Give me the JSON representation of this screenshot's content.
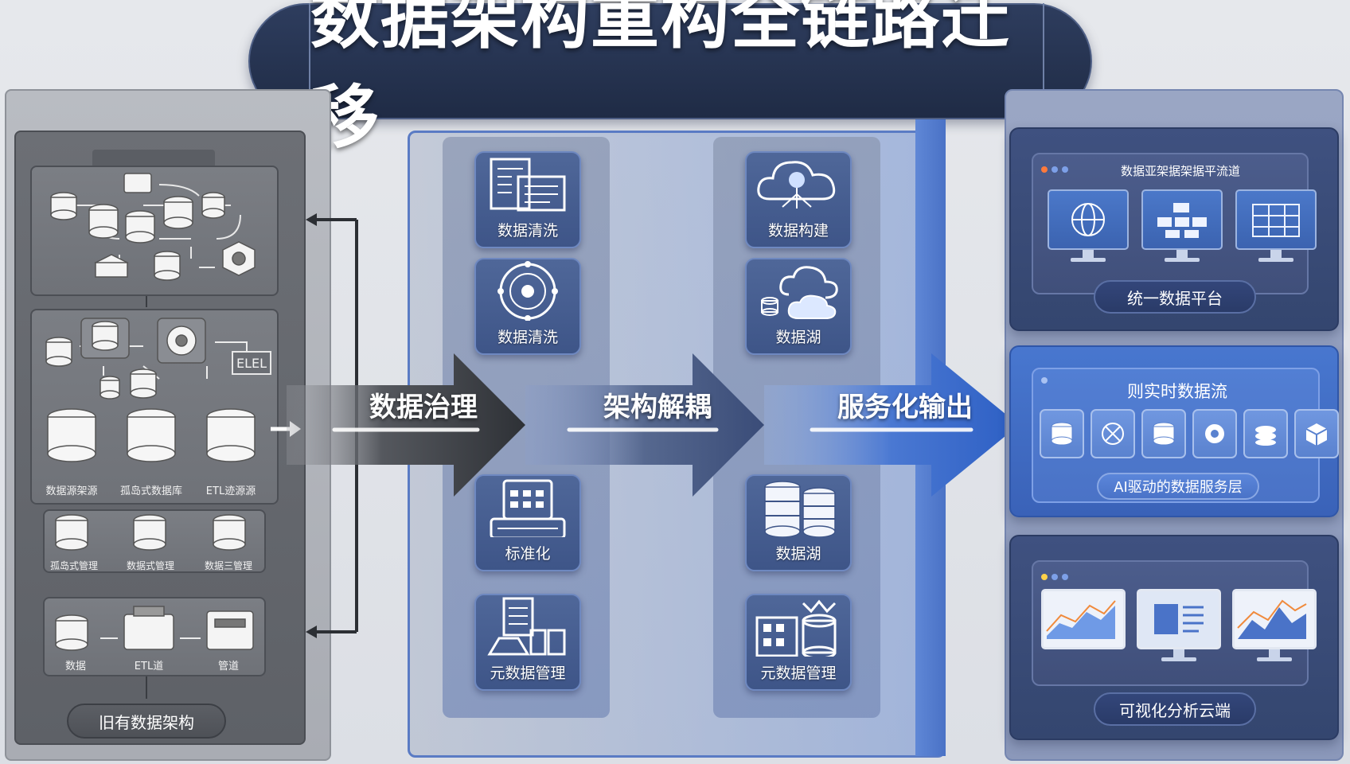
{
  "title": "数据架构重构全链路迁移",
  "legacy": {
    "node_labels_row1": [
      "数据源架源",
      "孤岛式数据库",
      "ETL迹源源"
    ],
    "node_labels_row2": [
      "孤岛式管理",
      "数据式管理",
      "数据三管理"
    ],
    "node_labels_row3": [
      "数据",
      "ETL道",
      "管道"
    ],
    "etl_tag": "ELEL",
    "bottom_label": "旧有数据架构"
  },
  "middle": {
    "left_column": [
      "数据清洗",
      "数据清洗",
      "标准化",
      "元数据管理"
    ],
    "right_column": [
      "数据构建",
      "数据湖",
      "数据湖",
      "元数据管理"
    ]
  },
  "flow": {
    "stage1": "数据治理",
    "stage2": "架构解耦",
    "stage3": "服务化输出"
  },
  "right": {
    "platform_header": "数据亚架据架据平流道",
    "platform_label": "统一数据平台",
    "realtime_title": "则实时数据流",
    "service_label": "AI驱动的数据服务层",
    "analytics_label": "可视化分析云端"
  },
  "colors": {
    "title_bg": "#243253",
    "accent_blue": "#3f6fcb",
    "legacy_gray": "#6c6f75"
  }
}
